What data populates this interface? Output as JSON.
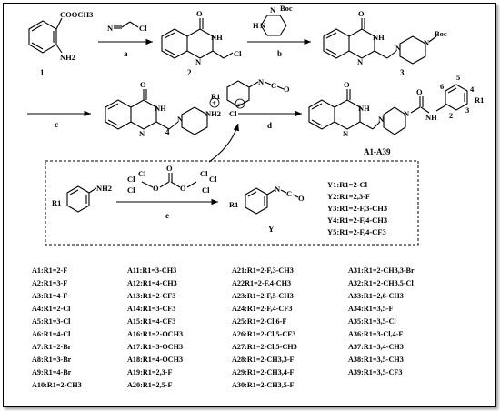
{
  "compounds": {
    "c1": "1",
    "c2": "2",
    "c3": "3",
    "c4": "4",
    "final": "A1-A39",
    "y": "Y"
  },
  "reagents": {
    "a": "a",
    "b": "b",
    "c": "c",
    "d": "d",
    "e": "e"
  },
  "atoms": {
    "cooch3": "COOCH3",
    "nh2": "NH2",
    "n": "N",
    "cl": "Cl",
    "o": "O",
    "nh": "NH",
    "h": "H",
    "boc": "Boc",
    "plus": "+",
    "minus": "−",
    "r1": "R1",
    "n_h2": "NH2",
    "ch_cl": "Cl",
    "c_eq": "C",
    "one": "1"
  },
  "ring_numbers": [
    "2",
    "3",
    "4",
    "5",
    "6"
  ],
  "y_list": [
    "Y1:R1=2-Cl",
    "Y2:R1=2,3-F",
    "Y3:R1=2-F,3-CH3",
    "Y4:R1=2-F,4-CH3",
    "Y5:R1=2-F,4-CF3"
  ],
  "table": {
    "col1": [
      "A1:R1=2-F",
      "A2:R1=3-F",
      "A3:R1=4-F",
      "A4:R1=2-Cl",
      "A5:R1=3-Cl",
      "A6:R1=4-Cl",
      "A7:R1=2-Br",
      "A8:R1=3-Br",
      "A9:R1=4-Br",
      "A10:R1=2-CH3"
    ],
    "col2": [
      "A11:R1=3-CH3",
      "A12:R1=4-CH3",
      "A13:R1=2-CF3",
      "A14:R1=3-CF3",
      "A15:R1=4-CF3",
      "A16:R1=2-OCH3",
      "A17:R1=3-OCH3",
      "A18:R1=4-OCH3",
      "A19:R1=2,3-F",
      "A20:R1=2,5-F"
    ],
    "col3": [
      "A21:R1=2-F,3-CH3",
      "A22R1=2-F,4-CH3",
      "A23:R1=2-F,5-CH3",
      "A24:R1=2-F,4-CF3",
      "A25:R1=2-Cl,6-F",
      "A26:R1=2-Cl,5-CF3",
      "A27:R1=2-Cl,5-CH3",
      "A28:R1=2-CH3,3-F",
      "A29:R1=2-CH3,4-F",
      "A30:R1=2-CH3,5-F"
    ],
    "col4": [
      "A31:R1=2-CH3,3-Br",
      "A32:R1=2-CH3,5-Cl",
      "A33:R1=2,6-CH3",
      "A34:R1=3,5-F",
      "A35:R1=3,5-Cl",
      "A36:R1=3-Cl,4-F",
      "A37:R1=3,4-CH3",
      "A38:R1=3,5-CH3",
      "A39:R1=3,5-CF3"
    ]
  }
}
